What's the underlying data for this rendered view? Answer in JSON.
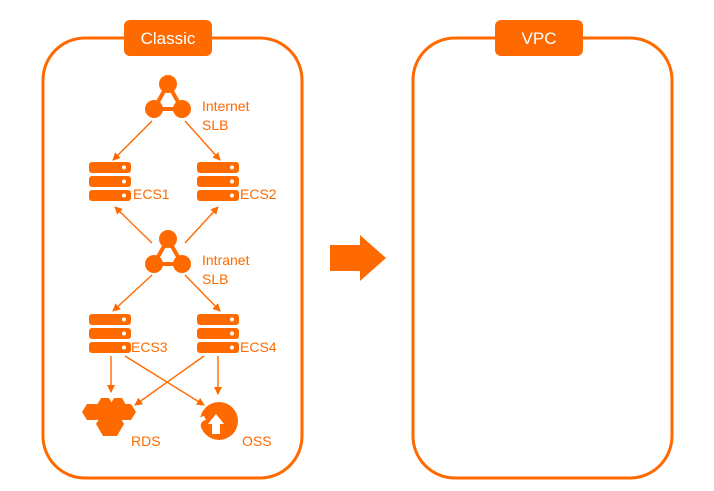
{
  "colors": {
    "accent": "#FF6A00",
    "background": "#FFFFFF",
    "title_text": "#FFFFFF",
    "label_text": "#FF6A00"
  },
  "panels": {
    "classic": {
      "title": "Classic"
    },
    "vpc": {
      "title": "VPC"
    }
  },
  "nodes": {
    "internet_slb": {
      "line1": "Internet",
      "line2": "SLB",
      "icon": "load-balancer-icon"
    },
    "ecs1": {
      "label": "ECS1",
      "icon": "server-icon"
    },
    "ecs2": {
      "label": "ECS2",
      "icon": "server-icon"
    },
    "intranet_slb": {
      "line1": "Intranet",
      "line2": "SLB",
      "icon": "load-balancer-icon"
    },
    "ecs3": {
      "label": "ECS3",
      "icon": "server-icon"
    },
    "ecs4": {
      "label": "ECS4",
      "icon": "server-icon"
    },
    "rds": {
      "label": "RDS",
      "icon": "database-hexagon-icon"
    },
    "oss": {
      "label": "OSS",
      "icon": "storage-icon"
    }
  },
  "arrow": {
    "icon": "migration-arrow-icon"
  }
}
